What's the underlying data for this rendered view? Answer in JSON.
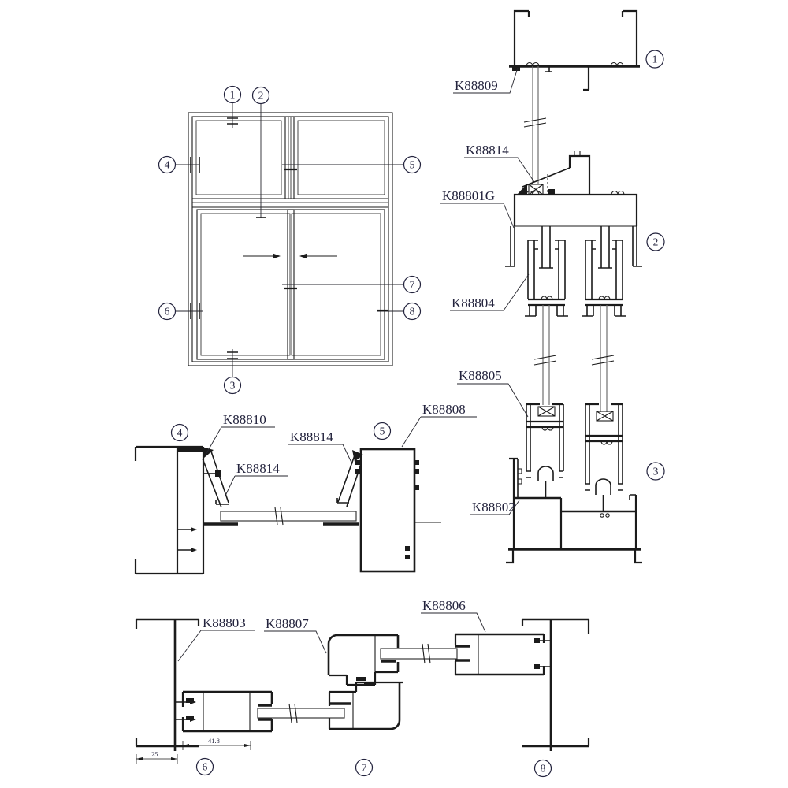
{
  "drawing": {
    "type": "window-profile-assembly-drawing",
    "labels": {
      "k88809": "K88809",
      "k88814": "K88814",
      "k88801g": "K88801G",
      "k88804": "K88804",
      "k88805": "K88805",
      "k88802": "K88802",
      "k88810": "K88810",
      "k88808": "K88808",
      "k88803": "K88803",
      "k88807": "K88807",
      "k88806": "K88806"
    },
    "markers": {
      "m1": "1",
      "m2": "2",
      "m3": "3",
      "m4": "4",
      "m5": "5",
      "m6": "6",
      "m7": "7",
      "m8": "8"
    },
    "dimensions": {
      "sash_width": "41.8",
      "frame_depth": "25"
    },
    "colors": {
      "line": "#1b1b1b",
      "label_text": "#23233d",
      "background": "#ffffff"
    }
  }
}
